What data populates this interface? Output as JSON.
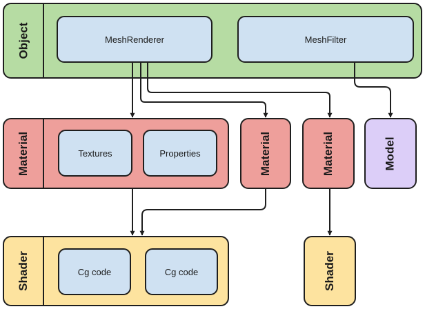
{
  "object": {
    "label": "Object",
    "components": [
      "MeshRenderer",
      "MeshFilter"
    ]
  },
  "material_main": {
    "label": "Material",
    "components": [
      "Textures",
      "Properties"
    ]
  },
  "material_2": {
    "label": "Material"
  },
  "material_3": {
    "label": "Material"
  },
  "model": {
    "label": "Model"
  },
  "shader_main": {
    "label": "Shader",
    "components": [
      "Cg code",
      "Cg code"
    ]
  },
  "shader_2": {
    "label": "Shader"
  },
  "colors": {
    "object_group": "#b6dca3",
    "material_group": "#ee9f9b",
    "shader_group": "#fde39f",
    "model_group": "#dccef8",
    "component": "#cfe1f2",
    "outline": "#1e1e1e"
  }
}
